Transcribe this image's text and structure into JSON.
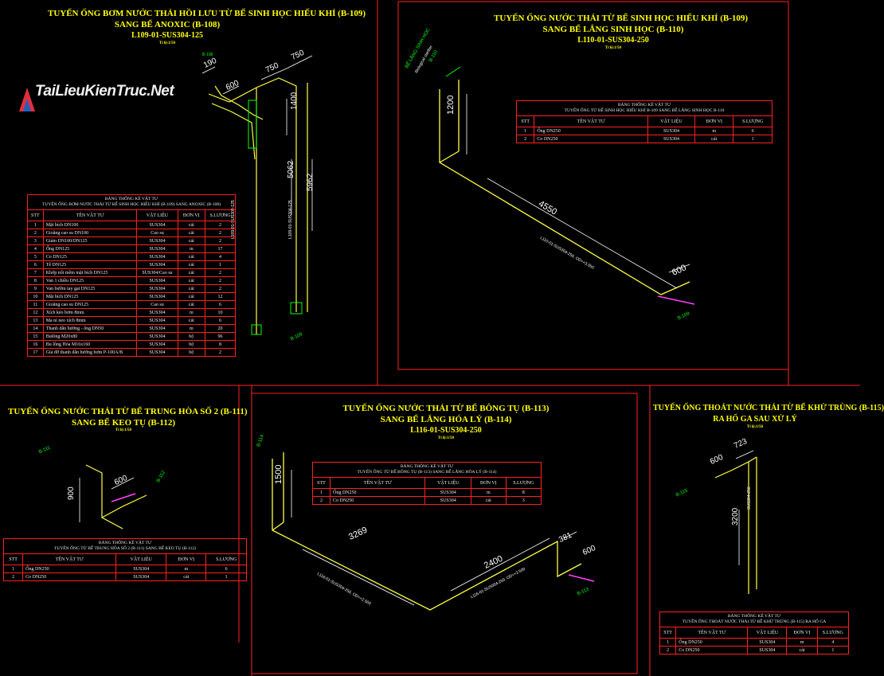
{
  "watermark": {
    "text": "TaiLieuKienTruc.Net"
  },
  "panels": [
    {
      "id": "p1",
      "title": [
        "TUYẾN ỐNG BƠM NƯỚC THẢI HỒI LƯU TỪ BỂ SINH HỌC HIẾU KHÍ (B-109)",
        "SANG BỂ ANOXIC (B-108)",
        "L109-01-SUS304-125"
      ],
      "scale": "Tỉ lệ:1/50",
      "table": {
        "caption": [
          "BẢNG THỐNG KÊ VẬT TƯ",
          "TUYẾN ỐNG BƠM NƯỚC THẢI TỪ BỂ SINH HỌC HIẾU KHÍ (B-109) SANG ANOXIC (B-108)"
        ],
        "headers": [
          "STT",
          "TÊN VẬT TƯ",
          "VẬT LIỆU",
          "ĐƠN VỊ",
          "S.LƯỢNG"
        ],
        "rows": [
          [
            "1",
            "Mặt bích DN100",
            "SUS304",
            "cái",
            "2"
          ],
          [
            "2",
            "Gioăng cao su DN100",
            "Cao su",
            "cái",
            "2"
          ],
          [
            "3",
            "Giảm DN100/DN125",
            "SUS304",
            "cái",
            "2"
          ],
          [
            "4",
            "Ống DN125",
            "SUS304",
            "m",
            "17"
          ],
          [
            "5",
            "Co DN125",
            "SUS304",
            "cái",
            "4"
          ],
          [
            "6",
            "Tê DN125",
            "SUS304",
            "cái",
            "1"
          ],
          [
            "7",
            "Khớp nối mềm mặt bích DN125",
            "SUS304/Cao su",
            "cái",
            "2"
          ],
          [
            "8",
            "Van 1 chiều DN125",
            "SUS304",
            "cái",
            "2"
          ],
          [
            "9",
            "Van bướm tay gạt DN125",
            "SUS304",
            "cái",
            "2"
          ],
          [
            "10",
            "Mặt bích DN125",
            "SUS304",
            "cái",
            "12"
          ],
          [
            "11",
            "Gioăng cao su DN125",
            "Cao su",
            "cái",
            "6"
          ],
          [
            "12",
            "Xích kéo bơm 8mm",
            "SUS304",
            "m",
            "10"
          ],
          [
            "13",
            "Ma ní neo xích 8mm",
            "SUS304",
            "cái",
            "6"
          ],
          [
            "14",
            "Thanh dẫn hướng - ống DN50",
            "SUS304",
            "m",
            "20"
          ],
          [
            "15",
            "Bulông M20x80",
            "SUS304",
            "bộ",
            "96"
          ],
          [
            "16",
            "Bu lông Hóa M16x160",
            "SUS304",
            "bộ",
            "8"
          ],
          [
            "17",
            "Giá đỡ thanh dẫn hướng bơm P-100A/B",
            "SUS304",
            "bộ",
            "2"
          ]
        ]
      },
      "dims": [
        "190",
        "600",
        "750",
        "750",
        "1400",
        "5062",
        "5962"
      ],
      "pipe_labels": [
        "L109-01-SUS304-125",
        "L109-01-SUS304-125"
      ],
      "tags": [
        "B-108",
        "B-109"
      ]
    },
    {
      "id": "p2",
      "title": [
        "TUYẾN ỐNG NƯỚC THẢI TỪ BỂ SINH HỌC HIẾU KHÍ (B-109)",
        "SANG BỂ LẮNG SINH HỌC (B-110)",
        "L110-01-SUS304-250"
      ],
      "scale": "Tỉ lệ:1/50",
      "table": {
        "caption": [
          "BẢNG THỐNG KÊ VẬT TƯ",
          "TUYẾN ỐNG TỪ BỂ SINH HỌC HIẾU KHÍ B-109 SANG BỂ LẮNG SINH HỌC B-110"
        ],
        "headers": [
          "STT",
          "TÊN VẬT TƯ",
          "VẬT LIỆU",
          "ĐƠN VỊ",
          "S.LƯỢNG"
        ],
        "rows": [
          [
            "1",
            "Ống DN250",
            "SUS304",
            "m",
            "6"
          ],
          [
            "2",
            "Co DN250",
            "SUS304",
            "cái",
            "1"
          ]
        ]
      },
      "dims": [
        "1200",
        "4550",
        "600"
      ],
      "pipe_labels": [
        "L110-01-SUS304-250, OD=+3.050"
      ],
      "tags": [
        "B-110",
        "B-109"
      ],
      "tag_labels": [
        "BỂ LẮNG SINH HỌC",
        "Biological clarifier"
      ]
    },
    {
      "id": "p3",
      "title": [
        "TUYẾN ỐNG NƯỚC THẢI TỪ BỂ TRUNG HÒA SỐ 2 (B-111)",
        "SANG BỂ KEO TỤ (B-112)"
      ],
      "scale": "Tỉ lệ:1/50",
      "table": {
        "caption": [
          "BẢNG THỐNG KÊ VẬT TƯ",
          "TUYẾN ỐNG TỪ BỂ TRUNG HÒA SỐ 2 (B-111) SANG BỂ KEO TỤ (B-112)"
        ],
        "headers": [
          "STT",
          "TÊN VẬT TƯ",
          "VẬT LIỆU",
          "ĐƠN VỊ",
          "S.LƯỢNG"
        ],
        "rows": [
          [
            "1",
            "Ống DN250",
            "SUS304",
            "m",
            "6"
          ],
          [
            "2",
            "Co DN250",
            "SUS304",
            "cái",
            "1"
          ]
        ]
      },
      "dims": [
        "600",
        "900"
      ],
      "tags": [
        "B-111",
        "B-112"
      ]
    },
    {
      "id": "p4",
      "title": [
        "TUYẾN ỐNG NƯỚC THẢI TỪ BỂ BÔNG TỤ (B-113)",
        "SANG BỂ LẮNG HÓA LÝ (B-114)",
        "L116-01-SUS304-250"
      ],
      "scale": "Tỉ lệ:1/50",
      "table": {
        "caption": [
          "BẢNG THỐNG KÊ VẬT TƯ",
          "TUYẾN ỐNG TỪ BỂ BÔNG TỤ (B-113) SANG BỂ LẮNG HÓA LÝ (B-114)"
        ],
        "headers": [
          "STT",
          "TÊN VẬT TƯ",
          "VẬT LIỆU",
          "ĐƠN VỊ",
          "S.LƯỢNG"
        ],
        "rows": [
          [
            "1",
            "Ống DN250",
            "SUS304",
            "m",
            "8"
          ],
          [
            "2",
            "Co DN250",
            "SUS304",
            "cái",
            "3"
          ]
        ]
      },
      "dims": [
        "1500",
        "3269",
        "2400",
        "381",
        "600"
      ],
      "pipe_labels": [
        "L116-01-SUS304-250, OD=+2.500",
        "L116-01-SUS304-250, OD=+2.500"
      ],
      "tags": [
        "B-114",
        "B-113"
      ]
    },
    {
      "id": "p5",
      "title": [
        "TUYẾN ỐNG THOÁT NƯỚC THẢI TỪ BỂ KHỬ TRÙNG (B-115)",
        "RA HỐ GA SAU XỬ LÝ"
      ],
      "scale": "Tỉ lệ:1/50",
      "table": {
        "caption": [
          "BẢNG THỐNG KÊ VẬT TƯ",
          "TUYẾN ỐNG THOÁT NƯỚC THẢI TỪ BỂ KHỬ TRÙNG (B-115) RA HỐ GA"
        ],
        "headers": [
          "STT",
          "TÊN VẬT TƯ",
          "VẬT LIỆU",
          "ĐƠN VỊ",
          "S.LƯỢNG"
        ],
        "rows": [
          [
            "1",
            "Ống DN250",
            "SUS304",
            "m",
            "4"
          ],
          [
            "2",
            "Co DN250",
            "SUS304",
            "cái",
            "1"
          ]
        ]
      },
      "dims": [
        "600",
        "723",
        "3200"
      ],
      "pipe_labels": [
        "SUS304-250"
      ],
      "tags": [
        "B-115"
      ]
    }
  ],
  "colors": {
    "background": "#000000",
    "title": "#ffff00",
    "frame": "#ff2020",
    "pipe": "#ffff40",
    "dim": "#ffffff",
    "tag": "#00ff00",
    "accent": "#ff40ff"
  }
}
